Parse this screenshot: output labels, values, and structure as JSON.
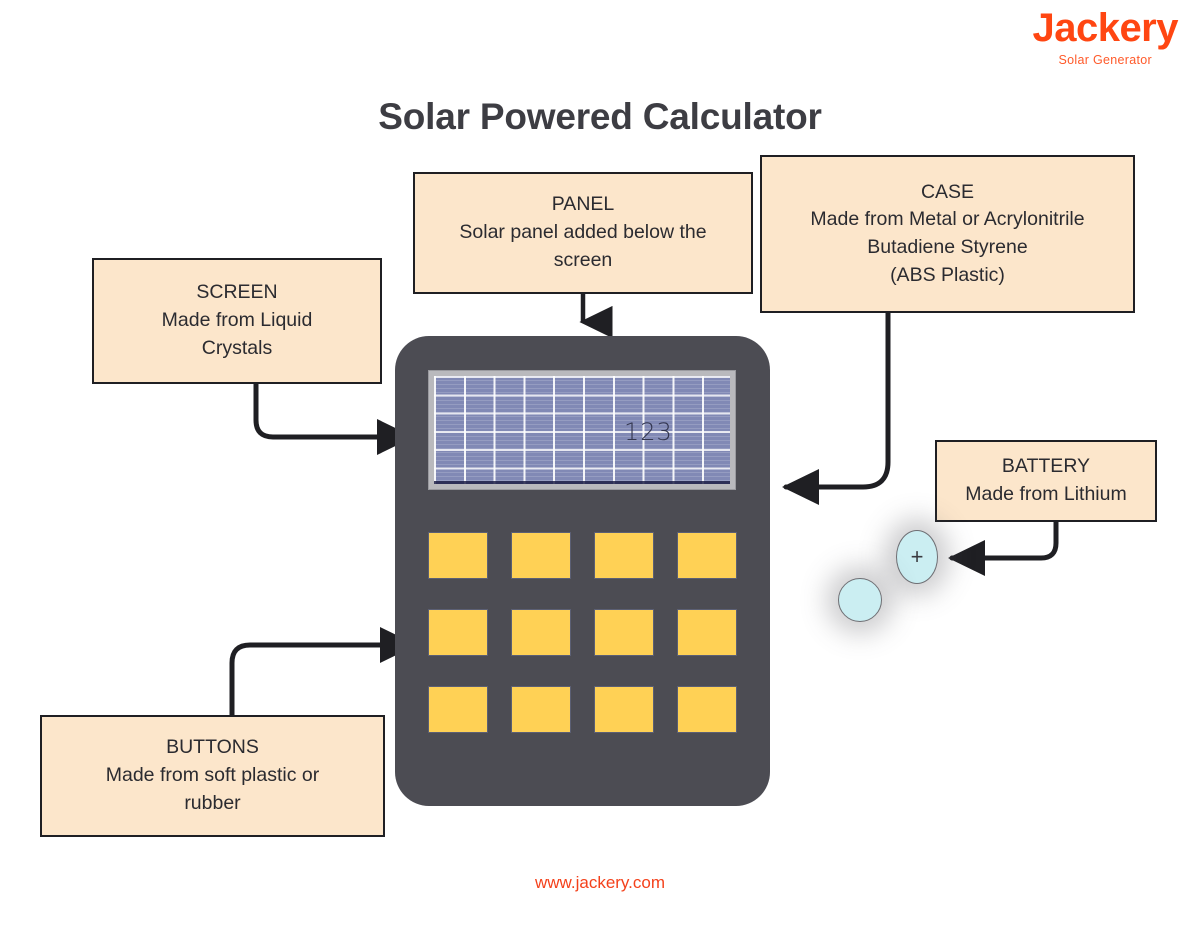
{
  "brand": {
    "name": "Jackery",
    "tagline": "Solar Generator",
    "accent_color": "#ff4612"
  },
  "header": {
    "title": "Solar Powered Calculator"
  },
  "callouts": {
    "screen": {
      "title": "SCREEN",
      "line1": "Made from Liquid",
      "line2": "Crystals"
    },
    "panel": {
      "title": "PANEL",
      "line1": "Solar panel added below the",
      "line2": "screen"
    },
    "case": {
      "title": "CASE",
      "line1": "Made from Metal or Acrylonitrile",
      "line2": "Butadiene Styrene",
      "line3": "(ABS Plastic)"
    },
    "battery": {
      "title": "BATTERY",
      "line1": "Made from Lithium"
    },
    "buttons": {
      "title": "BUTTONS",
      "line1": "Made from soft plastic or",
      "line2": "rubber"
    }
  },
  "calculator": {
    "display_value": "123",
    "body_color": "#4c4c53",
    "key_color": "#ffd155",
    "panel_color": "#8189b5",
    "keys": [
      {
        "label": ""
      },
      {
        "label": ""
      },
      {
        "label": ""
      },
      {
        "label": ""
      },
      {
        "label": ""
      },
      {
        "label": ""
      },
      {
        "label": ""
      },
      {
        "label": ""
      },
      {
        "label": ""
      },
      {
        "label": ""
      },
      {
        "label": ""
      },
      {
        "label": ""
      }
    ]
  },
  "battery_cells": {
    "terminal_symbol": "+",
    "cell_color": "#cbeef2"
  },
  "footer": {
    "url": "www.jackery.com",
    "color": "#f4411b"
  }
}
